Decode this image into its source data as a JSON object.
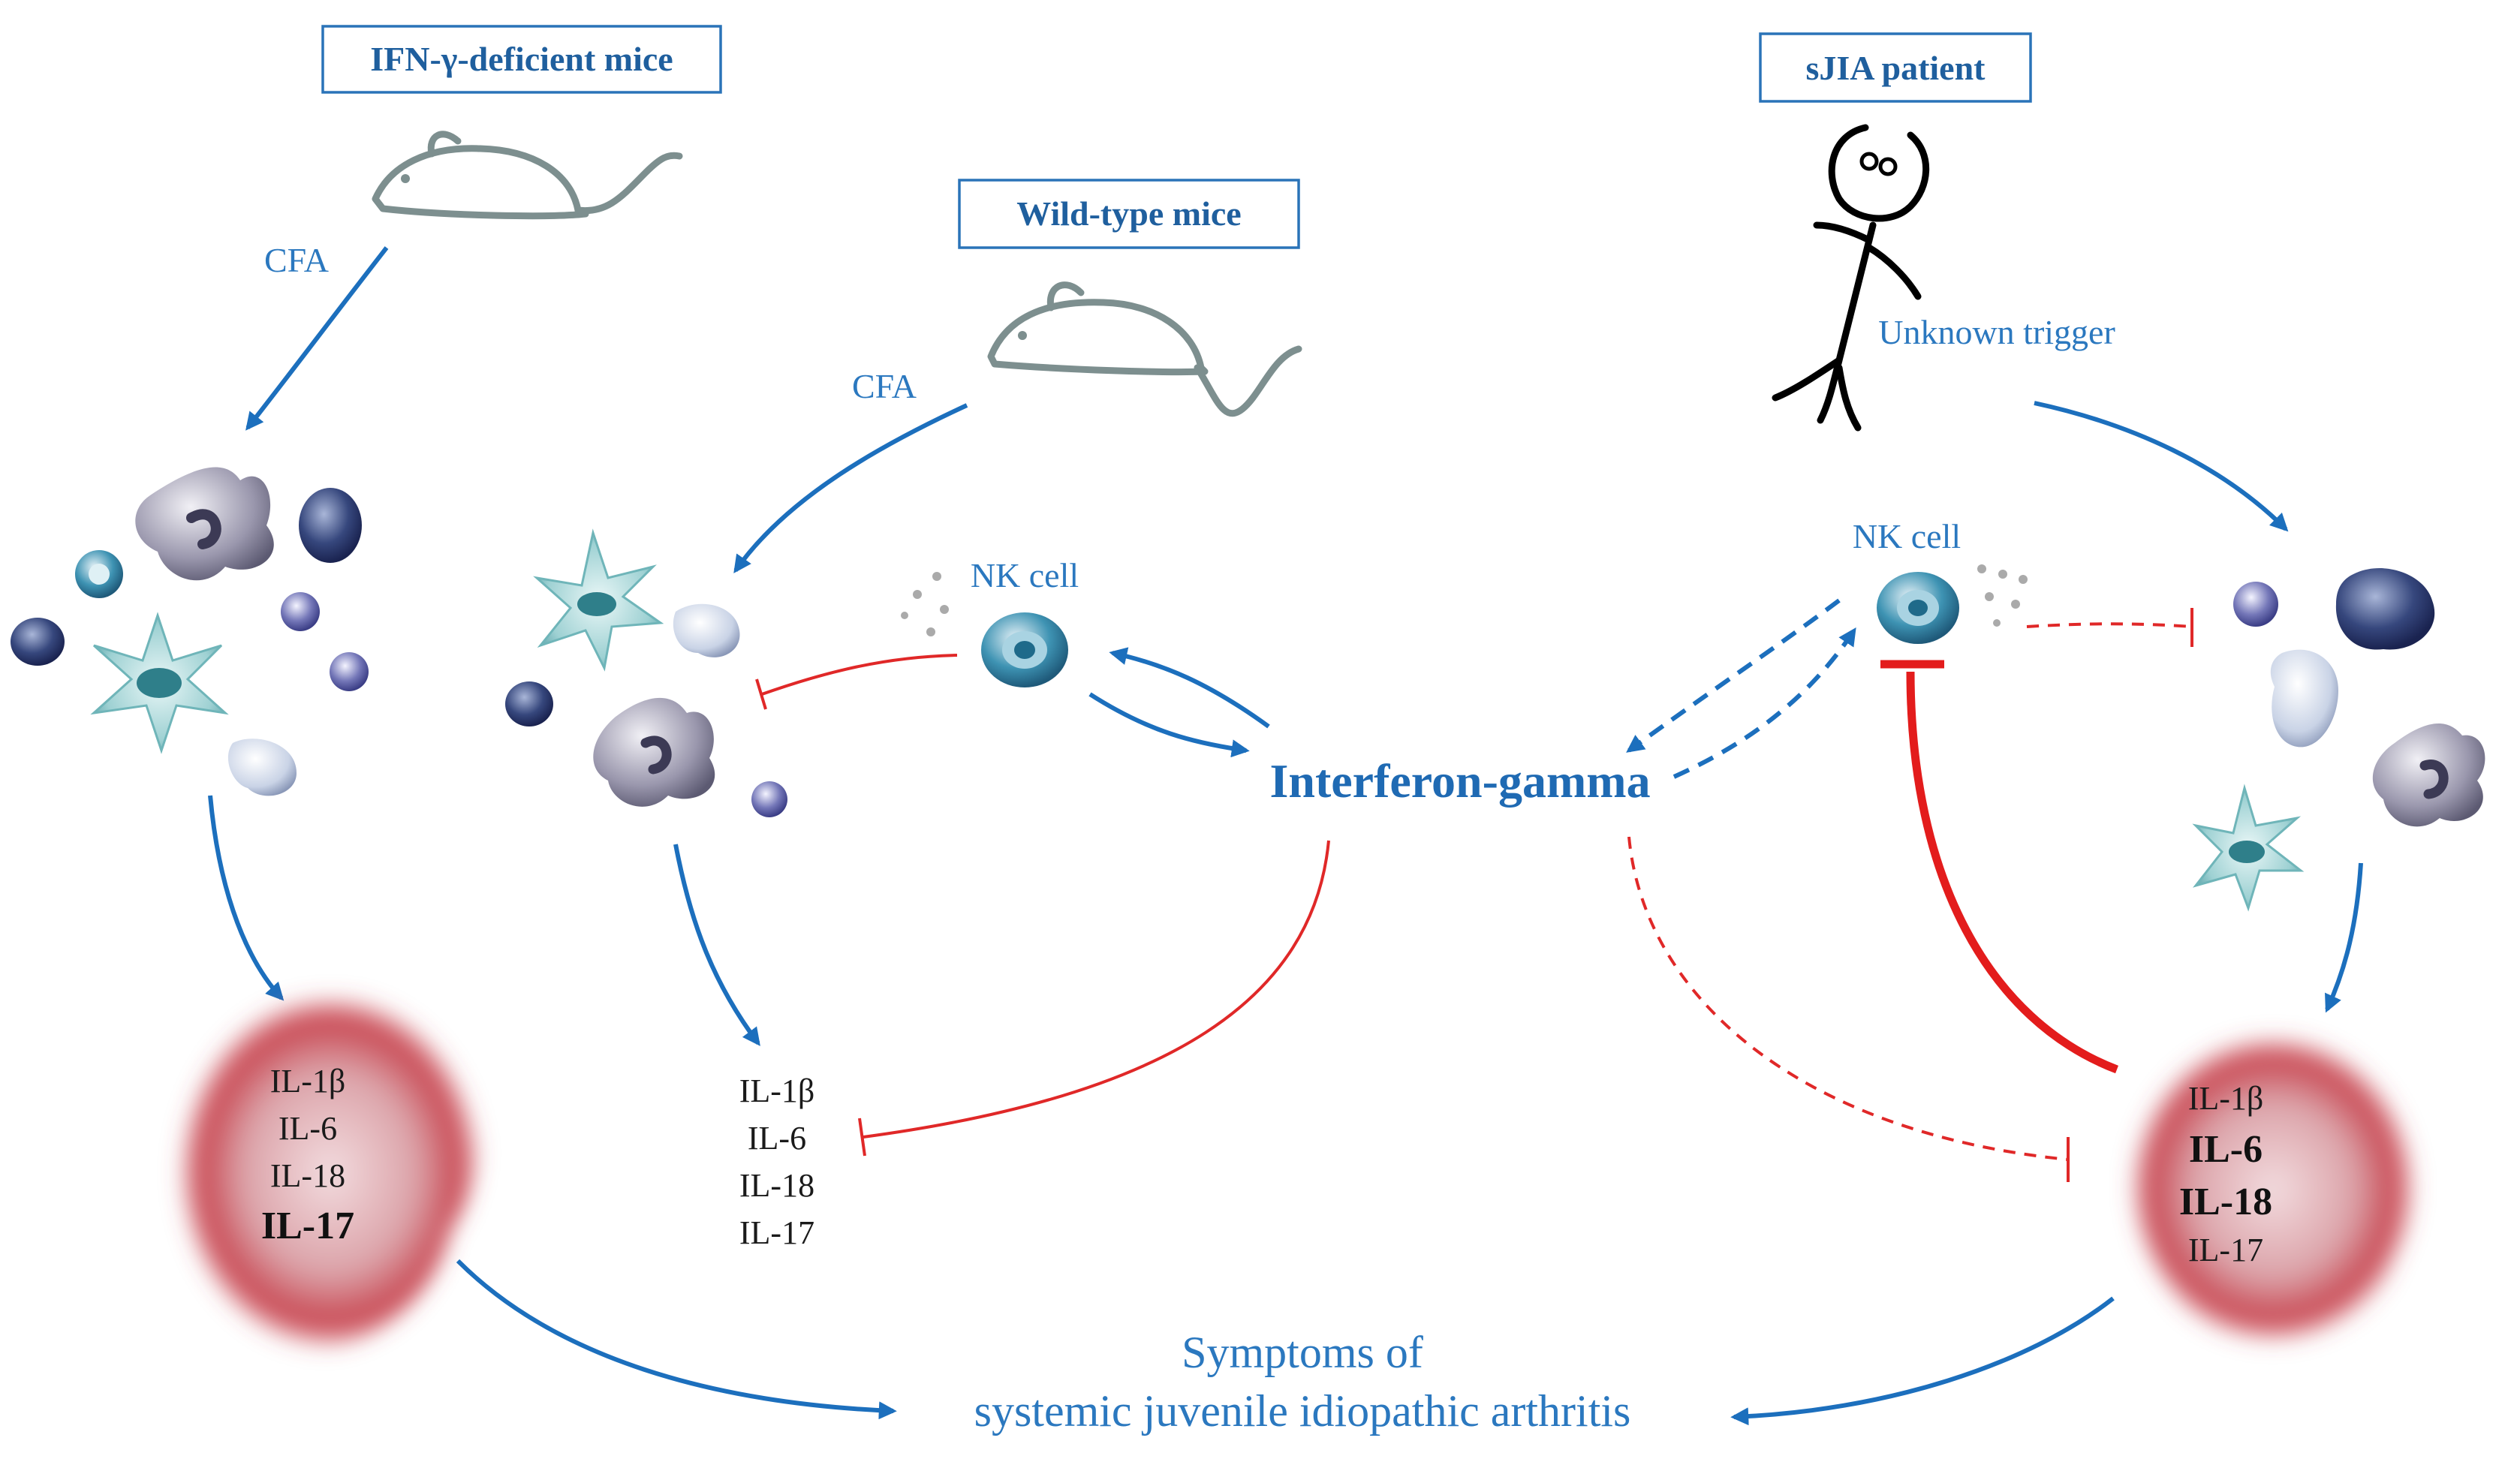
{
  "colors": {
    "arrow": "#1c6fbd",
    "inhibit": "#e02828",
    "label_blue": "#2b78bf",
    "cytokine_cloud": "#c8444f"
  },
  "left_panel": {
    "title": "IFN-γ-deficient mice",
    "stimulus": "CFA",
    "cytokines": [
      "IL-1β",
      "IL-6",
      "IL-18",
      "IL-17"
    ],
    "bold_cytokines": [
      "IL-17"
    ]
  },
  "middle_panel": {
    "title": "Wild-type mice",
    "stimulus": "CFA",
    "nk_label": "NK cell",
    "cytokines": [
      "IL-1β",
      "IL-6",
      "IL-18",
      "IL-17"
    ]
  },
  "right_panel": {
    "title": "sJIA patient",
    "trigger": "Unknown trigger",
    "nk_label": "NK cell",
    "cytokines": [
      "IL-1β",
      "IL-6",
      "IL-18",
      "IL-17"
    ],
    "bold_cytokines": [
      "IL-6",
      "IL-18"
    ]
  },
  "center": {
    "label": "Interferon-gamma"
  },
  "bottom": {
    "line1": "Symptoms of",
    "line2": "systemic juvenile idiopathic arthritis"
  }
}
